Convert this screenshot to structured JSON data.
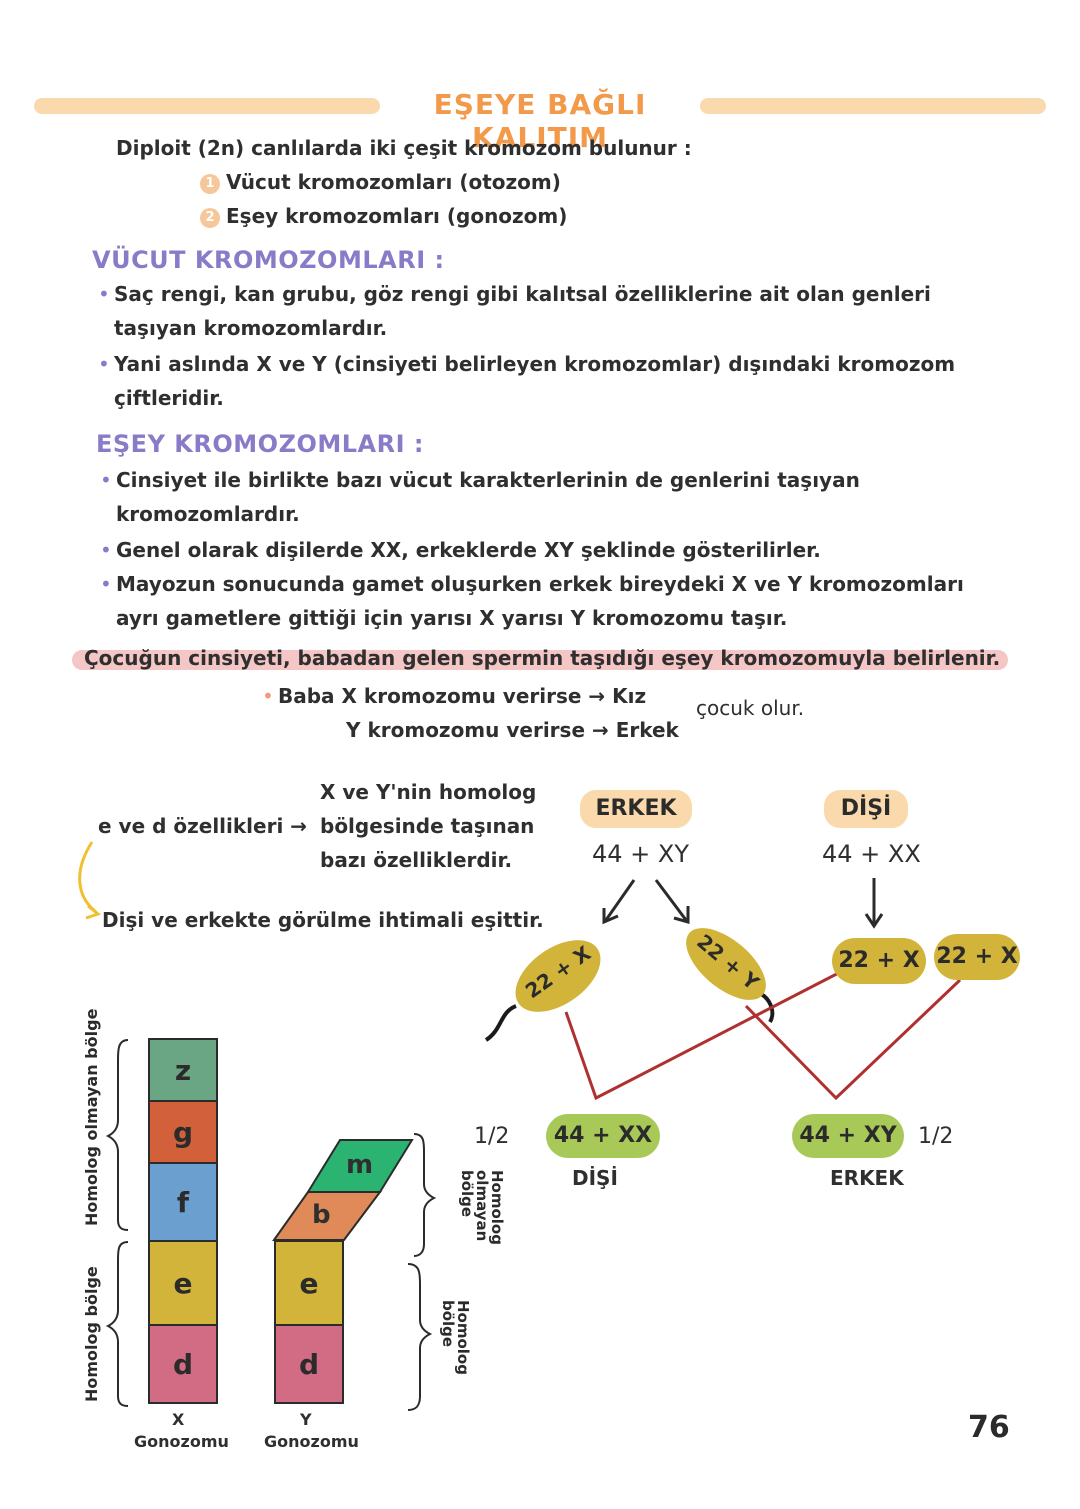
{
  "header": {
    "title": "EŞEYE BAĞLI KALITIM"
  },
  "intro": {
    "line": "Diploit (2n) canlılarda iki çeşit kromozom bulunur :",
    "items": [
      {
        "num": "1",
        "text": "Vücut kromozomları (otozom)"
      },
      {
        "num": "2",
        "text": "Eşey kromozomları (gonozom)"
      }
    ]
  },
  "vucut": {
    "heading": "VÜCUT KROMOZOMLARI :",
    "b1a": "Saç rengi, kan grubu, göz rengi gibi kalıtsal özelliklerine ait olan genleri",
    "b1b": "taşıyan kromozomlardır.",
    "b2a": "Yani aslında X ve Y (cinsiyeti belirleyen kromozomlar) dışındaki kromozom",
    "b2b": "çiftleridir."
  },
  "esey": {
    "heading": "EŞEY KROMOZOMLARI :",
    "b1a": "Cinsiyet ile birlikte bazı vücut karakterlerinin de genlerini taşıyan",
    "b1b": "kromozomlardır.",
    "b2": "Genel olarak dişilerde XX, erkeklerde XY şeklinde gösterilirler.",
    "b3a": "Mayozun sonucunda gamet oluşurken erkek bireydeki  X ve Y kromozomları",
    "b3b": "ayrı gametlere gittiği için yarısı  X yarısı Y kromozomu taşır."
  },
  "highlight": "Çocuğun cinsiyeti, babadan gelen spermin taşıdığı eşey kromozomuyla belirlenir.",
  "rule": {
    "line1": "Baba  X kromozomu verirse → Kız",
    "line2": "Y kromozomu verirse → Erkek",
    "suffix": "çocuk olur."
  },
  "ed_note": {
    "left": "e ve d özellikleri →",
    "r1": "X ve Y'nin homolog",
    "r2": "bölgesinde taşınan",
    "r3": "bazı özelliklerdir.",
    "bottom": "Dişi ve erkekte görülme ihtimali eşittir."
  },
  "cross": {
    "male_label": "ERKEK",
    "male_geno": "44 + XY",
    "female_label": "DİŞİ",
    "female_geno": "44 + XX",
    "sperm1": "22 + X",
    "sperm2": "22 + Y",
    "egg1": "22 + X",
    "egg2": "22 + X",
    "child1": "44 + XX",
    "child1_label": "DİŞİ",
    "child1_ratio": "1/2",
    "child2": "44 + XY",
    "child2_label": "ERKEK",
    "child2_ratio": "1/2"
  },
  "chromosomes": {
    "x_boxes": [
      "z",
      "g",
      "f",
      "e",
      "d"
    ],
    "y_boxes": [
      "m",
      "b",
      "e",
      "d"
    ],
    "x_label1": "X",
    "x_label2": "Gonozomu",
    "y_label1": "Y",
    "y_label2": "Gonozomu",
    "left_nonhom": "Homolog olmayan bölge",
    "left_hom": "Homolog bölge",
    "right_nonhom": "Homolog olmayan bölge",
    "right_hom": "Homolog bölge",
    "colors": {
      "z": "#6aa684",
      "g": "#d2603a",
      "f": "#6a9fcf",
      "e": "#d2b43a",
      "d": "#d26b84",
      "m": "#2bb372",
      "b": "#e08a5a"
    }
  },
  "page_number": "76"
}
